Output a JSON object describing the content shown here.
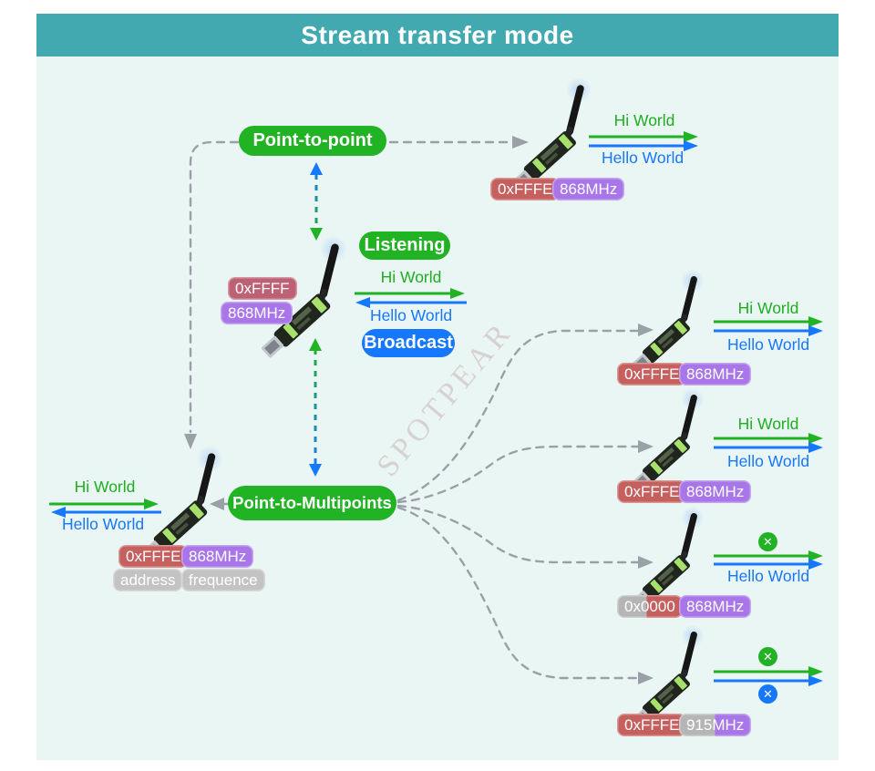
{
  "header": {
    "title": "Stream transfer mode"
  },
  "watermark": {
    "text": "SPOTPEAR"
  },
  "modes": {
    "point_to_point": "Point-to-point",
    "listening": "Listening",
    "broadcast": "Broadcast",
    "point_to_multipoints": "Point-to-Multipoints"
  },
  "messages": {
    "hi": "Hi World",
    "hello": "Hello World"
  },
  "legend": {
    "address_label": "address",
    "frequence_label": "frequence"
  },
  "devices": {
    "top_right": {
      "address": "0xFFFE",
      "frequency": "868MHz"
    },
    "center": {
      "address": "0xFFFF",
      "frequency": "868MHz"
    },
    "bottom_left": {
      "address": "0xFFFE",
      "frequency": "868MHz"
    },
    "right_1": {
      "address": "0xFFFE",
      "frequency": "868MHz"
    },
    "right_2": {
      "address": "0xFFFE",
      "frequency": "868MHz"
    },
    "right_3": {
      "address": "0x0000",
      "frequency": "868MHz"
    },
    "right_4": {
      "address": "0xFFFE",
      "frequency": "915MHz"
    }
  },
  "icons": {
    "blocked": "✕"
  },
  "colors": {
    "header_teal": "#42a9b1",
    "canvas_bg": "#e9f6f4",
    "green": "#22b324",
    "blue": "#1677ff",
    "address_tag_red": "#c5605f",
    "address_tag_rose": "#bd6175",
    "frequency_tag_purple": "#a876e9",
    "mismatch_gray": "#b5b5b5",
    "dash_gray": "#9aa0a6"
  }
}
